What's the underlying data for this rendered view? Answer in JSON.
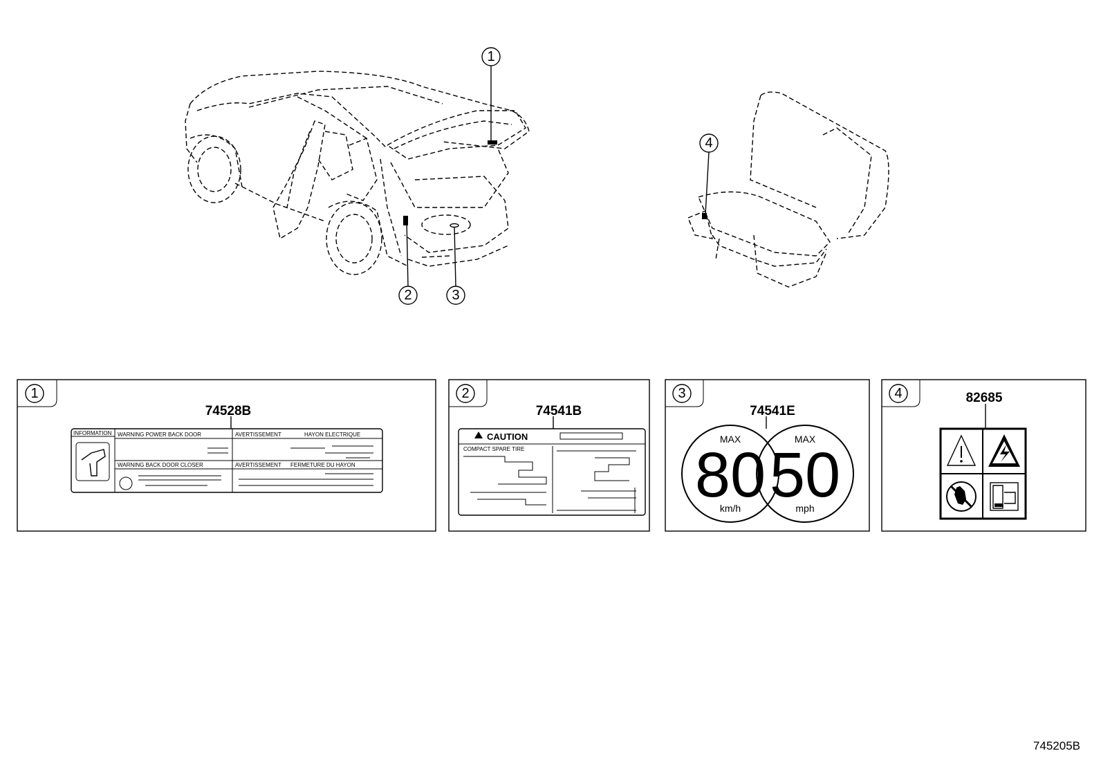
{
  "callouts": [
    "1",
    "2",
    "3",
    "4"
  ],
  "panels": [
    {
      "num": "1",
      "part": "74528B",
      "label_texts": {
        "info_header": "INFORMATION",
        "warn_power": "WARNING  POWER  BACK  DOOR",
        "avert_1": "AVERTISSEMENT",
        "hayon": "HAYON  ELECTRIQUE",
        "warn_back": "WARNING BACK  DOOR  CLOSER",
        "avert_2": "AVERTISSEMENT",
        "fermeture": "FERMETURE  DU  HAYON"
      }
    },
    {
      "num": "2",
      "part": "74541B",
      "label_texts": {
        "caution": "CAUTION",
        "compact": "COMPACT SPARE TIRE"
      }
    },
    {
      "num": "3",
      "part": "74541E",
      "signs": [
        {
          "max": "MAX",
          "value": "80",
          "unit": "km/h"
        },
        {
          "max": "MAX",
          "value": "50",
          "unit": "mph"
        }
      ]
    },
    {
      "num": "4",
      "part": "82685"
    }
  ],
  "diagram_id": "745205B"
}
